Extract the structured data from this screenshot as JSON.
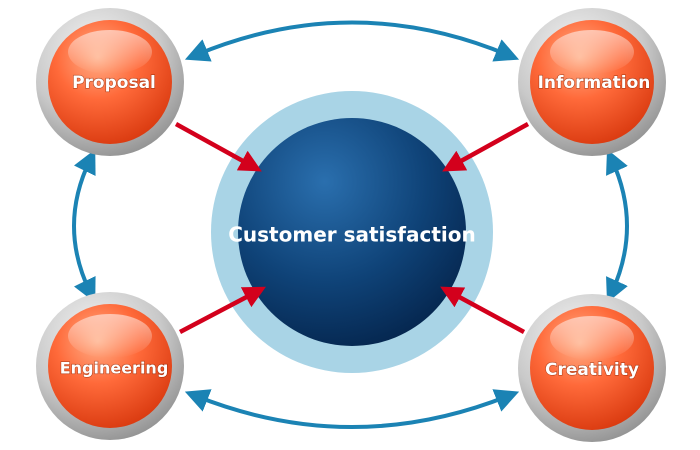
{
  "center": {
    "label": "Customer satisfaction"
  },
  "nodes": {
    "top_left": {
      "label": "Proposal"
    },
    "top_right": {
      "label": "Information"
    },
    "bottom_left": {
      "label": "Engineering"
    },
    "bottom_right": {
      "label": "Creativity"
    }
  },
  "colors": {
    "node_fill_light": "#ff8a5c",
    "node_fill_dark": "#e2441a",
    "node_ring": "#c8c8c8",
    "center_halo": "#a9d4e6",
    "center_fill_light": "#1d5c98",
    "center_fill_dark": "#062a55",
    "cycle_arrow": "#1b83b4",
    "input_arrow": "#d3001c"
  }
}
